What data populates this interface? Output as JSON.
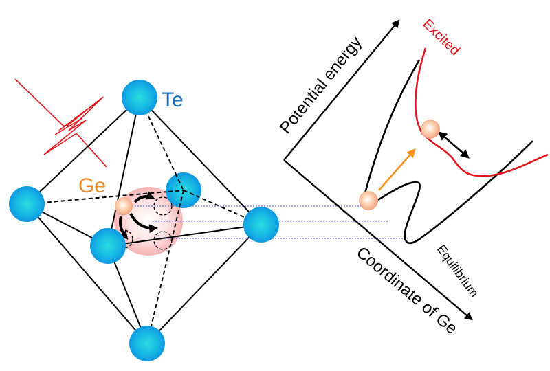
{
  "labels": {
    "te": "Te",
    "ge": "Ge",
    "potential_energy": "Potential energy",
    "coordinate": "Coordinate of Ge",
    "excited": "Excited",
    "equilibrium": "Equilibrium"
  },
  "colors": {
    "te_atom": "#12a8e6",
    "te_label": "#1a6fc4",
    "ge_label": "#f08a24",
    "ge_atom": "#f6a878",
    "excited_curve": "#e0161e",
    "pulse": "#e0161e",
    "excitation_arrow": "#f7931e",
    "halo": "#f7b9b9",
    "guide_lines": "#6b6bd0",
    "line": "#000000"
  },
  "atoms": {
    "te": [
      "top",
      "left",
      "back",
      "front",
      "right",
      "bottom"
    ],
    "ge": [
      "center"
    ]
  }
}
